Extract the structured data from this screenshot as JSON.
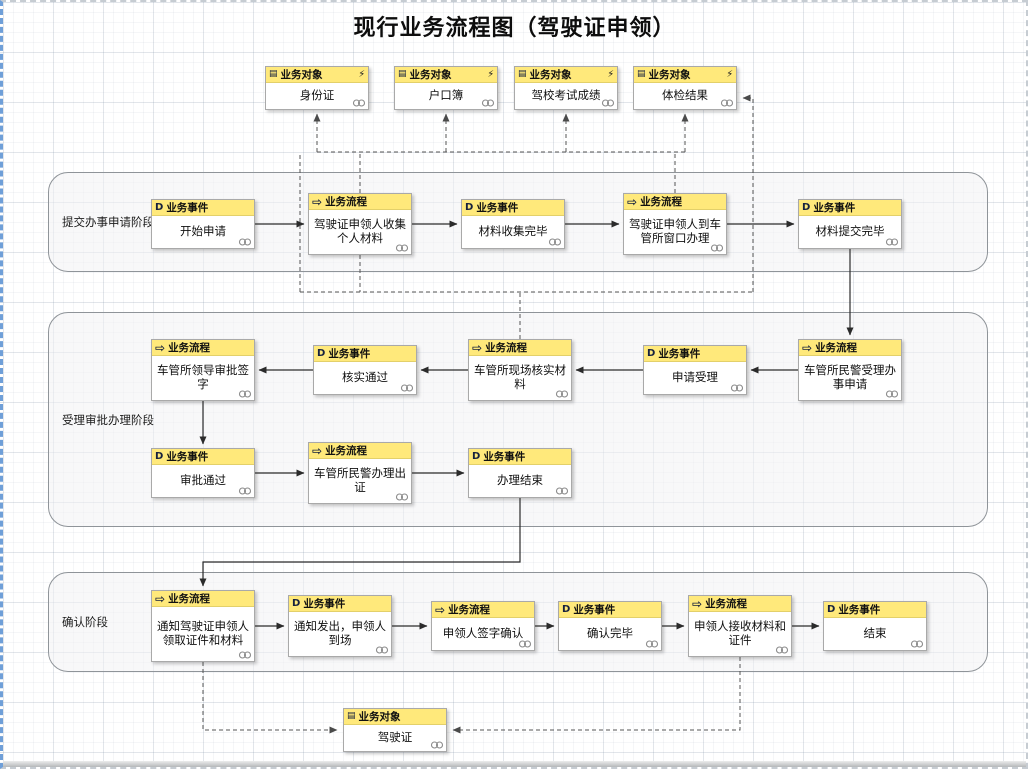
{
  "title": "现行业务流程图（驾驶证申领）",
  "colors": {
    "node_header_bg": "#ffe97b",
    "lane_bg": "#f4f4f4",
    "grid": "#e8ecef"
  },
  "icons": {
    "process": "⇨",
    "event": "D",
    "object": "▤",
    "lightning": "⚡"
  },
  "lanes": {
    "lane1": "提交办事申请阶段",
    "lane2": "受理审批办理阶段",
    "lane3": "确认阶段"
  },
  "nodes": {
    "o1": {
      "type": "业务对象",
      "label": "身份证"
    },
    "o2": {
      "type": "业务对象",
      "label": "户口簿"
    },
    "o3": {
      "type": "业务对象",
      "label": "驾校考试成绩"
    },
    "o4": {
      "type": "业务对象",
      "label": "体检结果"
    },
    "o5": {
      "type": "业务对象",
      "label": "驾驶证"
    },
    "n1": {
      "type": "业务事件",
      "label": "开始申请"
    },
    "n2": {
      "type": "业务流程",
      "label": "驾驶证申领人收集个人材料"
    },
    "n3": {
      "type": "业务事件",
      "label": "材料收集完毕"
    },
    "n4": {
      "type": "业务流程",
      "label": "驾驶证申领人到车管所窗口办理"
    },
    "n5": {
      "type": "业务事件",
      "label": "材料提交完毕"
    },
    "m1": {
      "type": "业务流程",
      "label": "车管所民警受理办事申请"
    },
    "m2": {
      "type": "业务事件",
      "label": "申请受理"
    },
    "m3": {
      "type": "业务流程",
      "label": "车管所现场核实材料"
    },
    "m4": {
      "type": "业务事件",
      "label": "核实通过"
    },
    "m5": {
      "type": "业务流程",
      "label": "车管所领导审批签字"
    },
    "p1": {
      "type": "业务事件",
      "label": "审批通过"
    },
    "p2": {
      "type": "业务流程",
      "label": "车管所民警办理出证"
    },
    "p3": {
      "type": "业务事件",
      "label": "办理结束"
    },
    "q1": {
      "type": "业务流程",
      "label": "通知驾驶证申领人领取证件和材料"
    },
    "q2": {
      "type": "业务事件",
      "label": "通知发出，申领人到场"
    },
    "q3": {
      "type": "业务流程",
      "label": "申领人签字确认"
    },
    "q4": {
      "type": "业务事件",
      "label": "确认完毕"
    },
    "q5": {
      "type": "业务流程",
      "label": "申领人接收材料和证件"
    },
    "q6": {
      "type": "业务事件",
      "label": "结束"
    }
  }
}
